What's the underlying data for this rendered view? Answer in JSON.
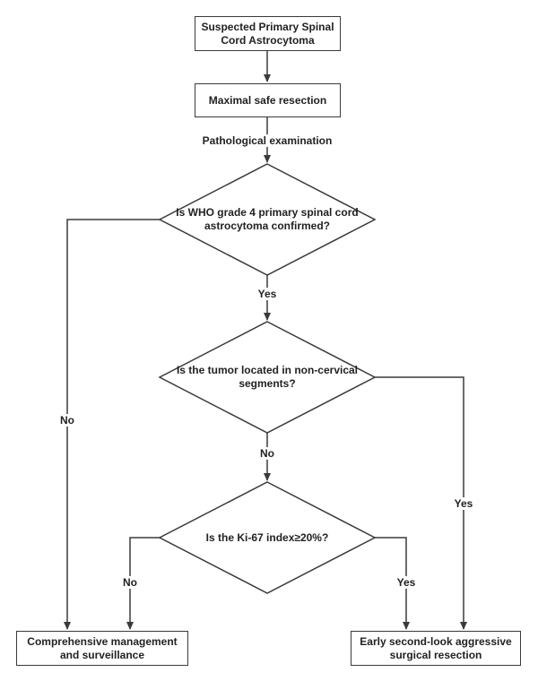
{
  "nodes": {
    "start": "Suspected Primary Spinal Cord Astrocytoma",
    "resection": "Maximal safe resection",
    "d1": "Is WHO grade 4 primary spinal cord astrocytoma confirmed?",
    "d2": "Is the tumor located in non-cervical segments?",
    "d3": "Is the Ki-67 index≥20%?",
    "manage": "Comprehensive management and surveillance",
    "second": "Early second-look aggressive surgical resection"
  },
  "edges": {
    "pathology": "Pathological examination",
    "d1_yes": "Yes",
    "d1_no": "No",
    "d2_no": "No",
    "d2_yes": "Yes",
    "d3_no": "No",
    "d3_yes": "Yes"
  }
}
